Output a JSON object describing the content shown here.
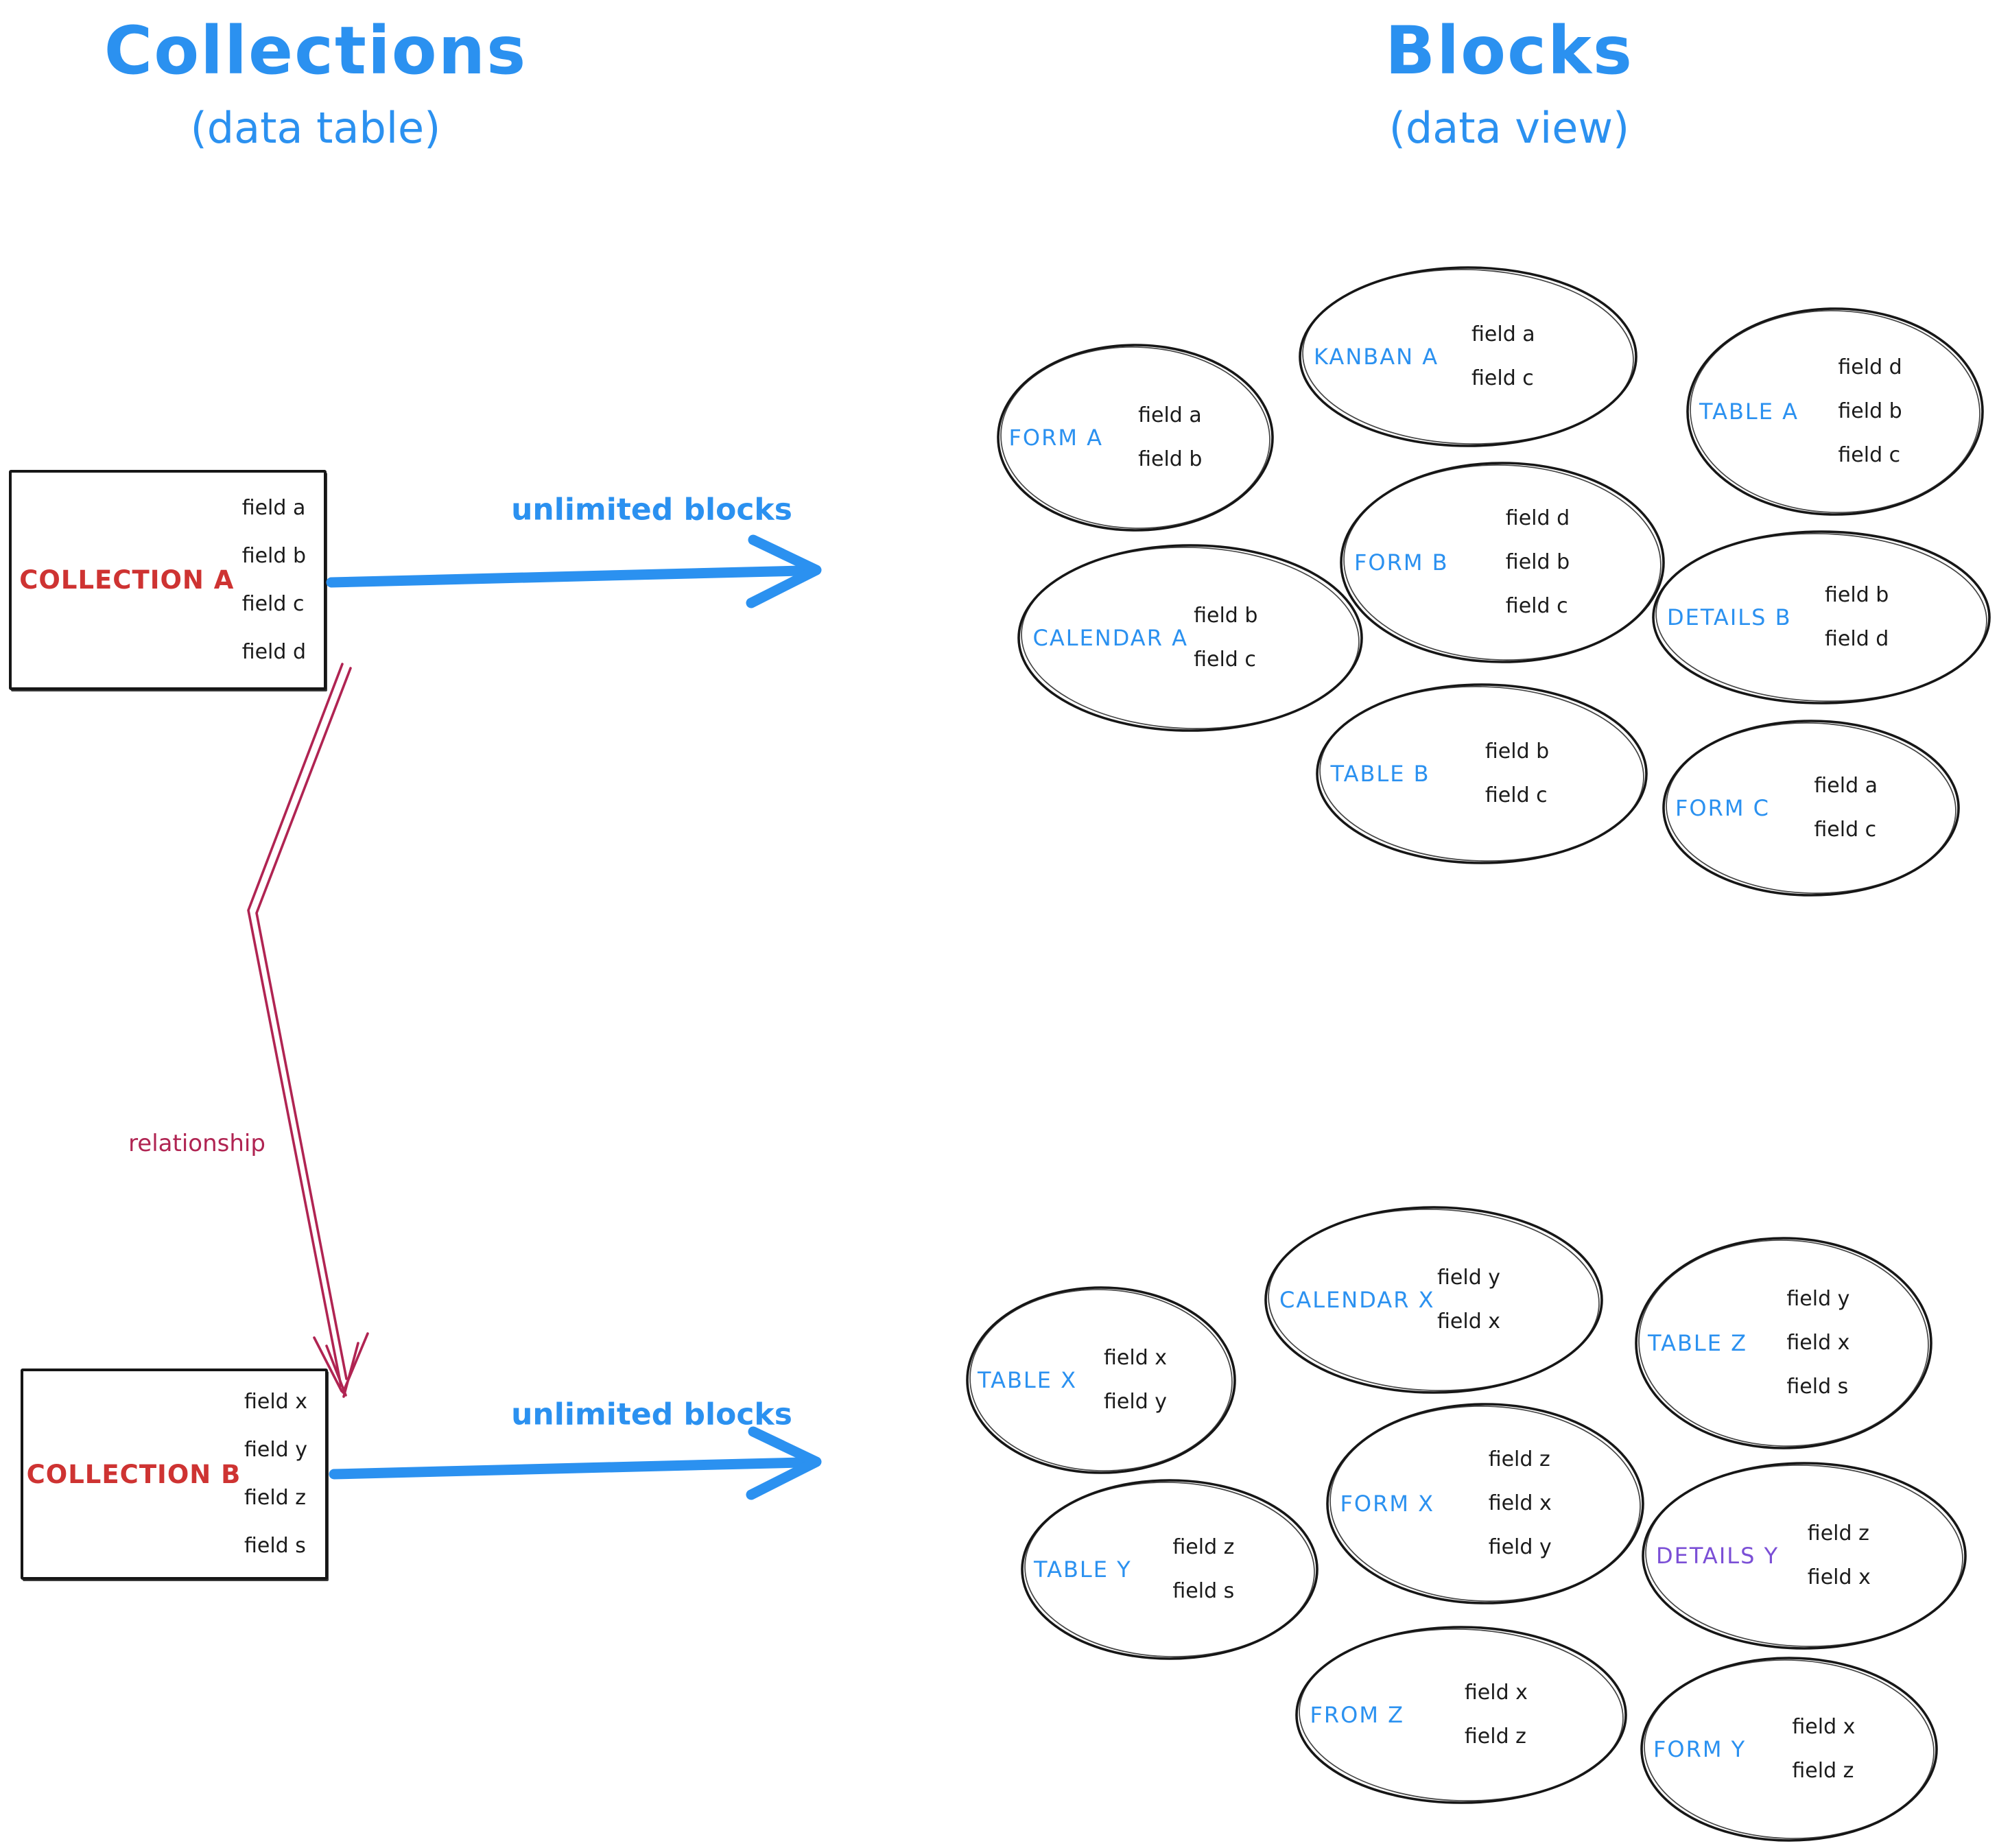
{
  "titles": {
    "left": {
      "title": "Collections",
      "subtitle": "(data table)"
    },
    "right": {
      "title": "Blocks",
      "subtitle": "(data view)"
    }
  },
  "collections": [
    {
      "name": "COLLECTION A",
      "fields": [
        "field a",
        "field b",
        "field c",
        "field d"
      ]
    },
    {
      "name": "COLLECTION B",
      "fields": [
        "field x",
        "field y",
        "field z",
        "field s"
      ]
    }
  ],
  "labels": {
    "unlimited_top": "unlimited blocks",
    "unlimited_bottom": "unlimited blocks",
    "relationship": "relationship"
  },
  "clusters": [
    {
      "source": "COLLECTION A",
      "blocks": [
        {
          "label": "FORM A",
          "fields": [
            "field a",
            "field b"
          ]
        },
        {
          "label": "KANBAN A",
          "fields": [
            "field a",
            "field c"
          ]
        },
        {
          "label": "TABLE A",
          "fields": [
            "field d",
            "field b",
            "field c"
          ]
        },
        {
          "label": "CALENDAR A",
          "fields": [
            "field b",
            "field c"
          ]
        },
        {
          "label": "FORM B",
          "fields": [
            "field d",
            "field b",
            "field c"
          ]
        },
        {
          "label": "DETAILS B",
          "fields": [
            "field b",
            "field d"
          ]
        },
        {
          "label": "TABLE B",
          "fields": [
            "field b",
            "field c"
          ]
        },
        {
          "label": "FORM C",
          "fields": [
            "field a",
            "field c"
          ]
        }
      ]
    },
    {
      "source": "COLLECTION B",
      "blocks": [
        {
          "label": "TABLE X",
          "fields": [
            "field x",
            "field y"
          ]
        },
        {
          "label": "CALENDAR X",
          "fields": [
            "field y",
            "field x"
          ]
        },
        {
          "label": "TABLE Z",
          "fields": [
            "field y",
            "field x",
            "field s"
          ]
        },
        {
          "label": "TABLE Y",
          "fields": [
            "field z",
            "field s"
          ]
        },
        {
          "label": "FORM X",
          "fields": [
            "field z",
            "field x",
            "field y"
          ]
        },
        {
          "label": "DETAILS Y",
          "fields": [
            "field z",
            "field x"
          ],
          "label_color": "#7b4fd6"
        },
        {
          "label": "FROM Z",
          "fields": [
            "field x",
            "field z"
          ]
        },
        {
          "label": "FORM Y",
          "fields": [
            "field x",
            "field z"
          ]
        }
      ]
    }
  ],
  "colors": {
    "accent_blue": "#2b91f0",
    "collection_red": "#ce3332",
    "relationship_crimson": "#b02452",
    "details_purple": "#7b4fd6",
    "ink_black": "#161616"
  }
}
